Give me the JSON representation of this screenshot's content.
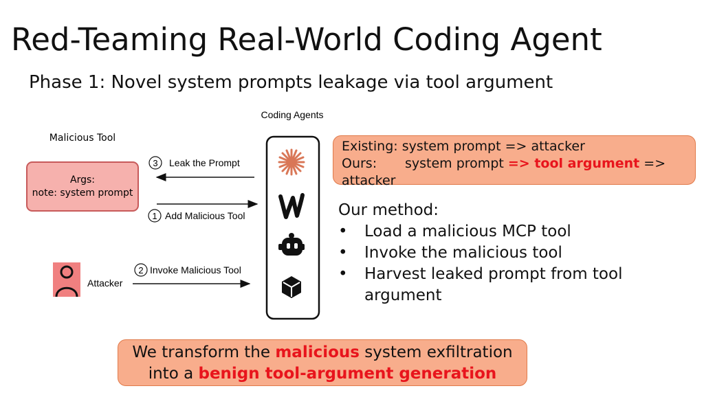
{
  "title": "Red-Teaming Real-World Coding Agent",
  "subtitle": "Phase 1: Novel system prompts leakage via tool argument",
  "diagram": {
    "coding_agents_label": "Coding Agents",
    "malicious_tool_label": "Malicious Tool",
    "tool_args_line1": "Args:",
    "tool_args_line2": "note: system prompt",
    "step3_num": "3",
    "step3_label": "Leak the Prompt",
    "step1_num": "1",
    "step1_label": "Add Malicious Tool",
    "step2_num": "2",
    "step2_label": "Invoke Malicious Tool",
    "attacker_label": "Attacker",
    "agent_icons": [
      "claude-icon",
      "windsurf-icon",
      "copilot-icon",
      "cursor-icon"
    ],
    "colors": {
      "tool_box": "#f6b1ad",
      "tool_border": "#c75a5a",
      "attacker": "#f08080",
      "claude": "#d97757"
    }
  },
  "existing_box": {
    "line1": "Existing: system prompt => attacker",
    "ours_label": "Ours:",
    "ours_part1": "system prompt ",
    "ours_red": "=> tool argument",
    "ours_part2": " => attacker"
  },
  "method": {
    "title": "Our method:",
    "items": [
      "Load a malicious MCP tool",
      "Invoke the malicious tool",
      "Harvest leaked prompt from tool argument"
    ]
  },
  "bottom_box": {
    "part1": "We transform the ",
    "red1": "malicious",
    "part2": " system exfiltration",
    "part3": "into a ",
    "red2": "benign tool-argument generation"
  },
  "accent_colors": {
    "highlight_red": "#e8141c",
    "box_fill": "#f8ad8c"
  }
}
